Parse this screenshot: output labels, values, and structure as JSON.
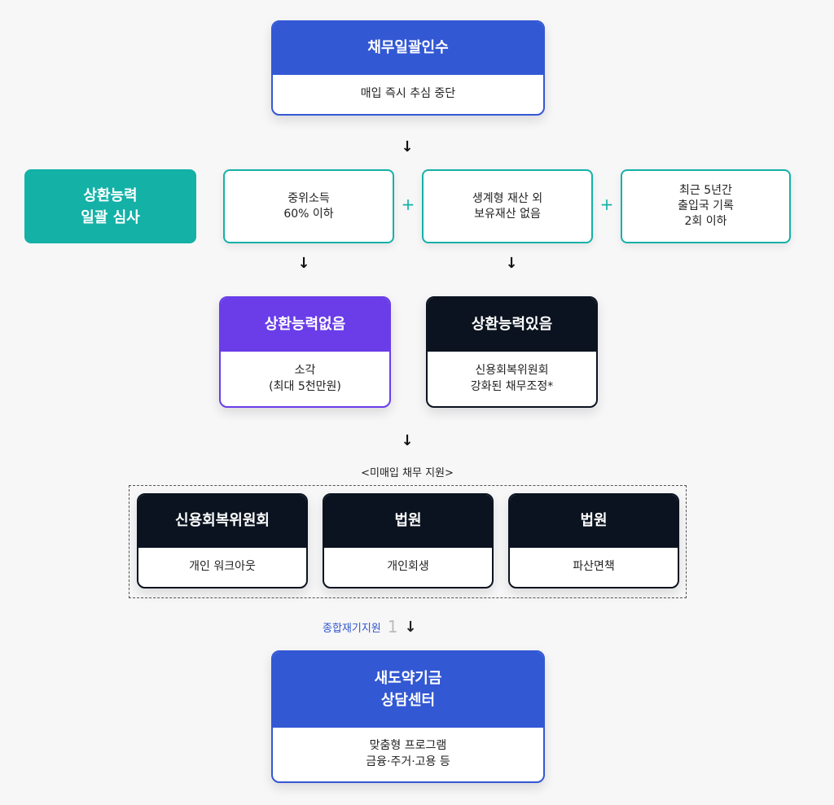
{
  "top": {
    "title": "채무일괄인수",
    "body": "매입 즉시 추심 중단"
  },
  "review": {
    "title": "상환능력\n일괄 심사",
    "criteria": [
      "중위소득\n60% 이하",
      "생계형 재산 외\n보유재산 없음",
      "최근 5년간\n출입국 기록\n2회 이하"
    ],
    "plus": "+"
  },
  "no_ability": {
    "title": "상환능력없음",
    "body": "소각\n(최대 5천만원)"
  },
  "ability": {
    "title": "상환능력있음",
    "body": "신용회복위원회\n강화된 채무조정*"
  },
  "unpurchased": {
    "label": "<미매입 채무 지원>",
    "items": [
      {
        "title": "신용회복위원회",
        "body": "개인 워크아웃"
      },
      {
        "title": "법원",
        "body": "개인회생"
      },
      {
        "title": "법원",
        "body": "파산면책"
      }
    ]
  },
  "support": {
    "label": "종합재기지원",
    "marker": "1"
  },
  "bottom": {
    "title": "새도약기금\n상담센터",
    "body": "맞춤형 프로그램\n금융·주거·고용 등"
  },
  "arrow": "↓"
}
